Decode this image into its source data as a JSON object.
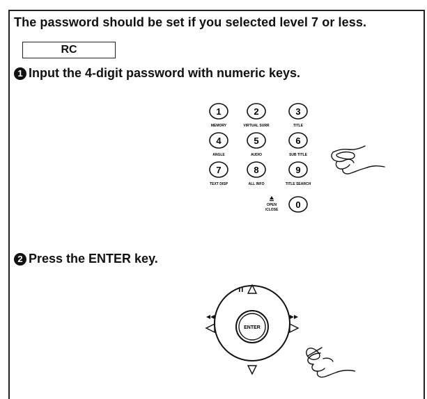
{
  "header": {
    "title": "The password should be set if you selected level 7 or less.",
    "rc_label": "RC"
  },
  "steps": [
    {
      "number": "1",
      "text": "Input the 4-digit password with numeric keys."
    },
    {
      "number": "2",
      "text": "Press the ENTER key."
    }
  ],
  "keypad": {
    "keys": [
      {
        "digit": "1",
        "label": "MEMORY"
      },
      {
        "digit": "2",
        "label": "VIRTUAL SURR"
      },
      {
        "digit": "3",
        "label": "TITLE"
      },
      {
        "digit": "4",
        "label": "ANGLE"
      },
      {
        "digit": "5",
        "label": "AUDIO"
      },
      {
        "digit": "6",
        "label": "SUB TITLE"
      },
      {
        "digit": "7",
        "label": "TEXT DISP"
      },
      {
        "digit": "8",
        "label": "ALL INFO"
      },
      {
        "digit": "9",
        "label": "TITLE SEARCH"
      },
      {
        "digit": "0",
        "label": ""
      }
    ],
    "open_close_label_1": "OPEN",
    "open_close_label_2": "/CLOSE"
  },
  "dpad": {
    "enter_label": "ENTER"
  }
}
